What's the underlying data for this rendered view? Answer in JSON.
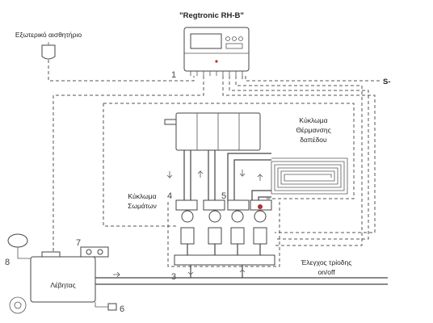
{
  "title": "\"Regtronic RH-B\"",
  "labels": {
    "outdoor_sensor": "Εξωτερικό αισθητήριο",
    "floor_circuit_line1": "Κύκλωμα",
    "floor_circuit_line2": "Θέρμανσης",
    "floor_circuit_line3": "δαπέδου",
    "radiator_circuit_line1": "Κύκλωμα",
    "radiator_circuit_line2": "Σωμάτων",
    "valve_control_line1": "Έλεγχος τρίοδης",
    "valve_control_line2": "on/off",
    "boiler": "Λέβητας",
    "s_marker": "S-"
  },
  "callouts": [
    "1",
    "3",
    "4",
    "5",
    "6",
    "7",
    "8"
  ]
}
